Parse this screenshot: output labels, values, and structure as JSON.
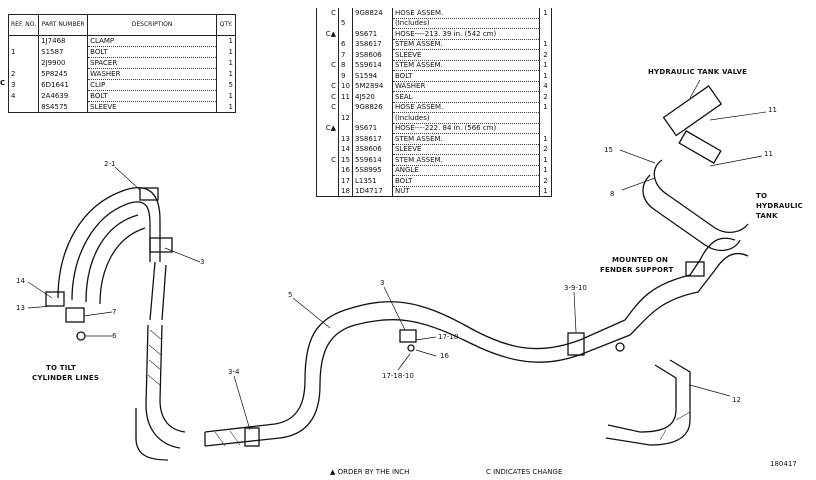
{
  "left_table": {
    "headers": {
      "ref_no": "REF. NO.",
      "part_number": "PART NUMBER",
      "description": "DESCRIPTION",
      "qty": "QTY."
    },
    "rows": [
      {
        "ref": "",
        "part": "1J7468",
        "desc": "CLAMP",
        "qty": "1"
      },
      {
        "ref": "1",
        "part": "S1587",
        "desc": "BOLT",
        "qty": "1"
      },
      {
        "ref": "",
        "part": "2J9900",
        "desc": "SPACER",
        "qty": "1"
      },
      {
        "ref": "2",
        "part": "5P8245",
        "desc": "WASHER",
        "qty": "1"
      },
      {
        "ref": "3",
        "part": "6D1641",
        "desc": "CLIP",
        "qty": "5"
      },
      {
        "ref": "4",
        "part": "2A4639",
        "desc": "BOLT",
        "qty": "1"
      },
      {
        "ref": "",
        "part": "8S4575",
        "desc": "SLEEVE",
        "qty": "1"
      }
    ],
    "change_marker": "C"
  },
  "right_table": {
    "rows": [
      {
        "change": "C",
        "ref": "",
        "part": "9G8824",
        "desc": "HOSE ASSEM.",
        "qty": "1"
      },
      {
        "change": "",
        "ref": "5",
        "part": "",
        "desc": "(Includes)",
        "qty": ""
      },
      {
        "change": "C▲",
        "ref": "",
        "part": "9S671",
        "desc": "HOSE----213. 39 in. (542 cm)",
        "qty": ""
      },
      {
        "change": "",
        "ref": "6",
        "part": "3S8617",
        "desc": "STEM ASSEM.",
        "qty": "1"
      },
      {
        "change": "",
        "ref": "7",
        "part": "3S8606",
        "desc": "SLEEVE",
        "qty": "2"
      },
      {
        "change": "C",
        "ref": "8",
        "part": "5S9614",
        "desc": "STEM ASSEM.",
        "qty": "1"
      },
      {
        "change": "",
        "ref": "9",
        "part": "S1594",
        "desc": "BOLT",
        "qty": "1"
      },
      {
        "change": "C",
        "ref": "10",
        "part": "5M2894",
        "desc": "WASHER",
        "qty": "4"
      },
      {
        "change": "C",
        "ref": "11",
        "part": "4J520",
        "desc": "SEAL",
        "qty": "2"
      },
      {
        "change": "C",
        "ref": "",
        "part": "9G8826",
        "desc": "HOSE ASSEM.",
        "qty": "1"
      },
      {
        "change": "",
        "ref": "12",
        "part": "",
        "desc": "(Includes)",
        "qty": ""
      },
      {
        "change": "C▲",
        "ref": "",
        "part": "9S671",
        "desc": "HOSE----222. 84 in. (566 cm)",
        "qty": ""
      },
      {
        "change": "",
        "ref": "13",
        "part": "3S8617",
        "desc": "STEM ASSEM.",
        "qty": "1"
      },
      {
        "change": "",
        "ref": "14",
        "part": "3S8606",
        "desc": "SLEEVE",
        "qty": "2"
      },
      {
        "change": "C",
        "ref": "15",
        "part": "5S9614",
        "desc": "STEM ASSEM.",
        "qty": "1"
      },
      {
        "change": "",
        "ref": "16",
        "part": "5S8995",
        "desc": "ANGLE",
        "qty": "1"
      },
      {
        "change": "",
        "ref": "17",
        "part": "L1351",
        "desc": "BOLT",
        "qty": "2"
      },
      {
        "change": "",
        "ref": "18",
        "part": "1D4717",
        "desc": "NUT",
        "qty": "1"
      }
    ]
  },
  "labels": {
    "hydraulic_tank_valve": "HYDRAULIC TANK VALVE",
    "to_hydraulic_tank_1": "TO",
    "to_hydraulic_tank_2": "HYDRAULIC",
    "to_hydraulic_tank_3": "TANK",
    "mounted_1": "MOUNTED ON",
    "mounted_2": "FENDER SUPPORT",
    "to_tilt_1": "TO TILT",
    "to_tilt_2": "CYLINDER LINES",
    "footer_order": "▲ ORDER BY THE INCH",
    "footer_change": "C INDICATES CHANGE",
    "figure_number": "180417"
  },
  "callouts": {
    "c2_1": "2-1",
    "c3_left": "3",
    "c14": "14",
    "c13": "13",
    "c7": "7",
    "c6": "6",
    "c3_4": "3-4",
    "c5": "5",
    "c3_mid": "3",
    "c17_10_a": "17-10",
    "c16": "16",
    "c17_18_10": "17-18-10",
    "c3_9_10": "3-9-10",
    "c12": "12",
    "c15": "15",
    "c8": "8",
    "c11_a": "11",
    "c11_b": "11"
  }
}
